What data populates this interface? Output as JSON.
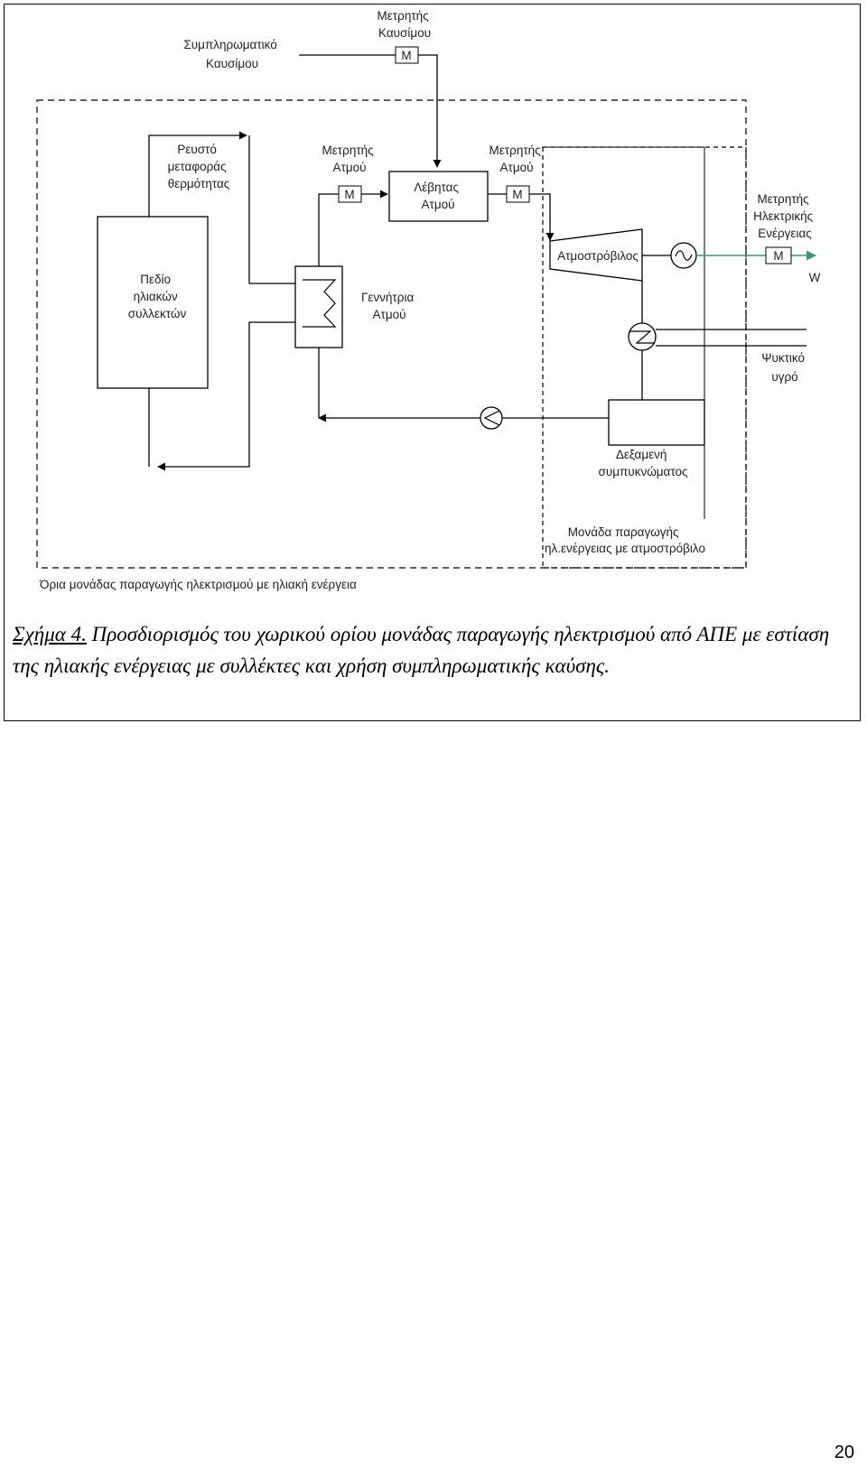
{
  "diagram": {
    "supplementary_fuel": [
      "Συμπληρωματικό",
      "Καυσίμου"
    ],
    "fuel_meter": [
      "Μετρητής",
      "Καυσίμου"
    ],
    "meter_symbol": "M",
    "heat_transfer_fluid": [
      "Ρευστό",
      "μεταφοράς",
      "θερμότητας"
    ],
    "steam_meter_1": [
      "Μετρητής",
      "Ατμού"
    ],
    "boiler": [
      "Λέβητας",
      "Ατμού"
    ],
    "steam_meter_2": [
      "Μετρητής",
      "Ατμού"
    ],
    "electricity_meter": [
      "Μετρητής",
      "Ηλεκτρικής",
      "Ενέργειας"
    ],
    "turbine": "Ατμοστρόβιλος",
    "output_w": "W",
    "collector_field": [
      "Πεδίο",
      "ηλιακών",
      "συλλεκτών"
    ],
    "steam_generator": [
      "Γεννήτρια",
      "Ατμού"
    ],
    "coolant": [
      "Ψυκτικό",
      "υγρό"
    ],
    "condensate_tank": [
      "Δεξαμενή",
      "συμπυκνώματος"
    ],
    "turbine_unit": [
      "Μονάδα παραγωγής",
      "ηλ.ενέργειας με ατμοστρόβιλο"
    ],
    "solar_plant_boundary": "Όρια μονάδας παραγωγής ηλεκτρισμού με ηλιακή ενέργεια",
    "colors": {
      "line": "#000000",
      "output_arrow": "#3a9a6a"
    }
  },
  "caption": {
    "label": "Σχήμα 4.",
    "text": " Προσδιορισμός του χωρικού ορίου μονάδας παραγωγής ηλεκτρισμού από ΑΠΕ με εστίαση της ηλιακής ενέργειας με συλλέκτες και χρήση συμπληρωματικής καύσης."
  },
  "page_number": "20"
}
